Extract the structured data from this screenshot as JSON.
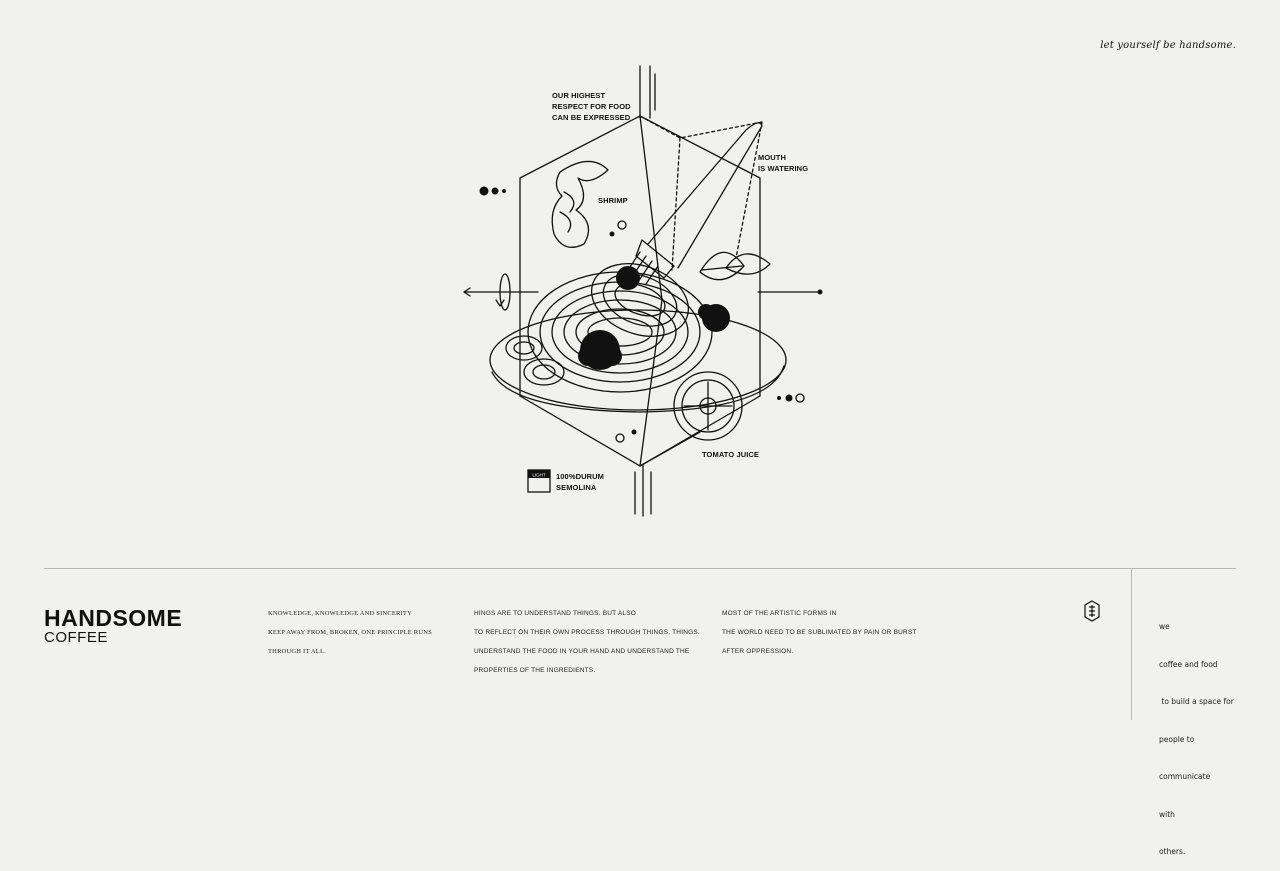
{
  "tagline": "let yourself be handsome.",
  "labels": {
    "top": [
      "OUR HIGHEST",
      "RESPECT FOR FOOD",
      "CAN BE EXPRESSED"
    ],
    "mouth": [
      "MOUTH",
      "IS WATERING"
    ],
    "shrimp": "SHRIMP",
    "tomato": "TOMATO JUICE",
    "badge_text": "LIGHT",
    "semolina": [
      "100%DURUM",
      "SEMOLINA"
    ]
  },
  "brand": {
    "name": "HANDSOME",
    "sub": "COFFEE"
  },
  "columns": [
    [
      "KNOWLEDGE, KNOWLEDGE AND SINCERITY",
      "KEEP AWAY FROM, BROKEN, ONE PRINCIPLE RUNS",
      "THROUGH  IT ALL."
    ],
    [
      "HINGS ARE TO UNDERSTAND THINGS. BUT ALSO",
      "TO REFLECT ON THEIR OWN PROCESS THROUGH THINGS. THINGS.",
      "UNDERSTAND THE FOOD IN YOUR HAND AND UNDERSTAND THE",
      "PROPERTIES OF THE INGREDIENTS."
    ],
    [
      "MOST OF THE ARTISTIC FORMS IN",
      "THE WORLD NEED TO BE SUBLIMATED BY PAIN OR BURST",
      "AFTER OPPRESSION."
    ]
  ],
  "note": [
    "we",
    "coffee and food",
    " to build a space for",
    "people to",
    "communicate",
    "with",
    "others."
  ]
}
